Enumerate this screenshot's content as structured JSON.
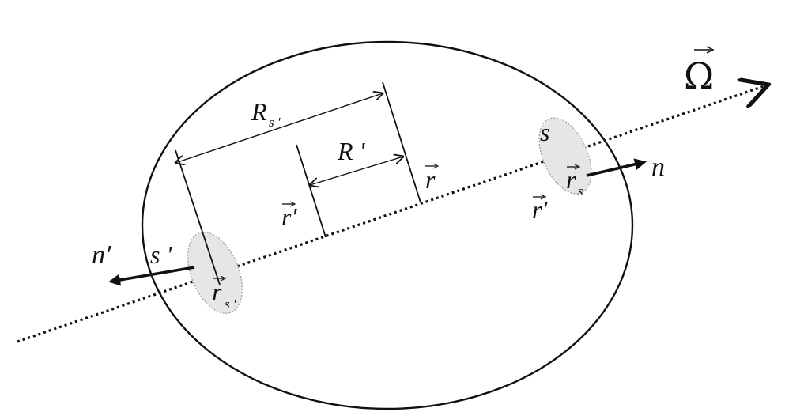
{
  "colors": {
    "stroke": "#111111",
    "patch_fill": "#e6e6e6",
    "patch_stroke": "#9a9a9a",
    "background": "#ffffff"
  },
  "labels": {
    "omega": "Ω",
    "R_s_prime_base": "R",
    "R_s_prime_sub": "s '",
    "R_prime": "R '",
    "r": "r",
    "r_prime_center": "r′",
    "r_prime_right": "r′",
    "s": "s",
    "r_s_base": "r",
    "r_s_sub": "s",
    "n": "n",
    "n_prime": "n′",
    "s_prime": "s '",
    "r_s_prime_base": "r",
    "r_s_prime_sub": "s '"
  },
  "icons": {
    "vector_arrow": "vector-arrow-icon"
  }
}
